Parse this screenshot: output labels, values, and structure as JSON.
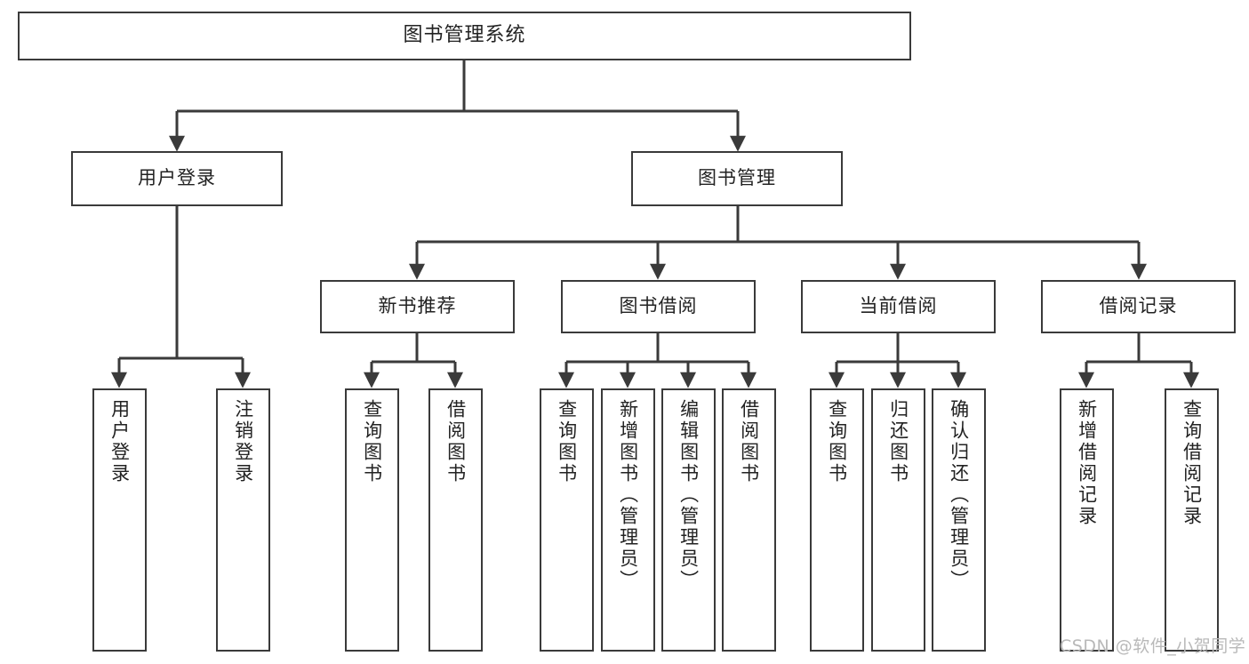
{
  "diagram": {
    "title": "图书管理系统",
    "type": "functional-structure-tree",
    "colors": {
      "stroke": "#3a3a3a",
      "fill": "#ffffff",
      "text": "#222222",
      "watermark": "#b9b9b9"
    },
    "root": {
      "id": "root",
      "label": "图书管理系统"
    },
    "level1": [
      {
        "id": "user-login",
        "label": "用户登录"
      },
      {
        "id": "book-management",
        "label": "图书管理"
      }
    ],
    "level2": [
      {
        "id": "new-book-recommend",
        "label": "新书推荐"
      },
      {
        "id": "book-borrow",
        "label": "图书借阅"
      },
      {
        "id": "current-borrow",
        "label": "当前借阅"
      },
      {
        "id": "borrow-record",
        "label": "借阅记录"
      }
    ],
    "leaves": [
      {
        "id": "leaf-user-login",
        "label": "用户登录",
        "parent": "user-login"
      },
      {
        "id": "leaf-user-logout",
        "label": "注销登录",
        "parent": "user-login"
      },
      {
        "id": "leaf-query-book-1",
        "label": "查询图书",
        "parent": "new-book-recommend"
      },
      {
        "id": "leaf-borrow-book-1",
        "label": "借阅图书",
        "parent": "new-book-recommend"
      },
      {
        "id": "leaf-query-book-2",
        "label": "查询图书",
        "parent": "book-borrow"
      },
      {
        "id": "leaf-add-book",
        "label": "新增图书（管理员）",
        "parent": "book-borrow"
      },
      {
        "id": "leaf-edit-book",
        "label": "编辑图书（管理员）",
        "parent": "book-borrow"
      },
      {
        "id": "leaf-borrow-book-2",
        "label": "借阅图书",
        "parent": "book-borrow"
      },
      {
        "id": "leaf-query-book-3",
        "label": "查询图书",
        "parent": "current-borrow"
      },
      {
        "id": "leaf-return-book",
        "label": "归还图书",
        "parent": "current-borrow"
      },
      {
        "id": "leaf-confirm-return",
        "label": "确认归还（管理员）",
        "parent": "current-borrow"
      },
      {
        "id": "leaf-add-record",
        "label": "新增借阅记录",
        "parent": "borrow-record"
      },
      {
        "id": "leaf-query-record",
        "label": "查询借阅记录",
        "parent": "borrow-record"
      }
    ],
    "watermark": "CSDN @软件_小贺同学"
  }
}
